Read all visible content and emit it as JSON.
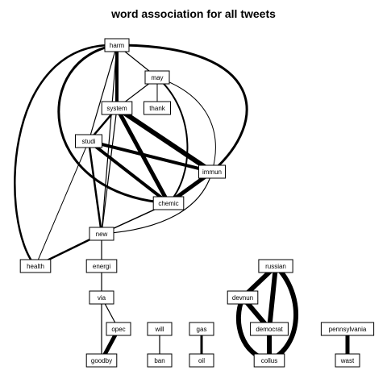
{
  "title": "word association for all tweets",
  "nodes": [
    {
      "id": "harm",
      "label": "harm"
    },
    {
      "id": "may",
      "label": "may"
    },
    {
      "id": "system",
      "label": "system"
    },
    {
      "id": "thank",
      "label": "thank"
    },
    {
      "id": "studi",
      "label": "studi"
    },
    {
      "id": "immun",
      "label": "immun"
    },
    {
      "id": "chemic",
      "label": "chemic"
    },
    {
      "id": "new",
      "label": "new"
    },
    {
      "id": "health",
      "label": "health"
    },
    {
      "id": "energi",
      "label": "energi"
    },
    {
      "id": "via",
      "label": "via"
    },
    {
      "id": "opec",
      "label": "opec"
    },
    {
      "id": "goodby",
      "label": "goodby"
    },
    {
      "id": "will",
      "label": "will"
    },
    {
      "id": "ban",
      "label": "ban"
    },
    {
      "id": "gas",
      "label": "gas"
    },
    {
      "id": "oil",
      "label": "oil"
    },
    {
      "id": "russian",
      "label": "russian"
    },
    {
      "id": "devnun",
      "label": "devnun"
    },
    {
      "id": "democrat",
      "label": "democrat"
    },
    {
      "id": "collus",
      "label": "collus"
    },
    {
      "id": "pennsylvania",
      "label": "pennsylvania"
    },
    {
      "id": "wast",
      "label": "wast"
    }
  ],
  "edges": [
    {
      "from": "harm",
      "to": "may"
    },
    {
      "from": "harm",
      "to": "system"
    },
    {
      "from": "harm",
      "to": "studi"
    },
    {
      "from": "harm",
      "to": "immun"
    },
    {
      "from": "harm",
      "to": "chemic"
    },
    {
      "from": "harm",
      "to": "new"
    },
    {
      "from": "harm",
      "to": "health"
    },
    {
      "from": "may",
      "to": "system"
    },
    {
      "from": "may",
      "to": "thank"
    },
    {
      "from": "may",
      "to": "chemic"
    },
    {
      "from": "may",
      "to": "immun"
    },
    {
      "from": "system",
      "to": "studi"
    },
    {
      "from": "system",
      "to": "immun"
    },
    {
      "from": "system",
      "to": "chemic"
    },
    {
      "from": "system",
      "to": "new"
    },
    {
      "from": "studi",
      "to": "immun"
    },
    {
      "from": "studi",
      "to": "chemic"
    },
    {
      "from": "studi",
      "to": "new"
    },
    {
      "from": "studi",
      "to": "health"
    },
    {
      "from": "immun",
      "to": "chemic"
    },
    {
      "from": "immun",
      "to": "new"
    },
    {
      "from": "chemic",
      "to": "new"
    },
    {
      "from": "new",
      "to": "health"
    },
    {
      "from": "new",
      "to": "energi"
    },
    {
      "from": "energi",
      "to": "via"
    },
    {
      "from": "via",
      "to": "opec"
    },
    {
      "from": "via",
      "to": "goodby"
    },
    {
      "from": "opec",
      "to": "goodby"
    },
    {
      "from": "will",
      "to": "ban"
    },
    {
      "from": "gas",
      "to": "oil"
    },
    {
      "from": "russian",
      "to": "devnun"
    },
    {
      "from": "russian",
      "to": "democrat"
    },
    {
      "from": "russian",
      "to": "collus"
    },
    {
      "from": "devnun",
      "to": "democrat"
    },
    {
      "from": "devnun",
      "to": "collus"
    },
    {
      "from": "democrat",
      "to": "collus"
    },
    {
      "from": "pennsylvania",
      "to": "wast"
    }
  ]
}
